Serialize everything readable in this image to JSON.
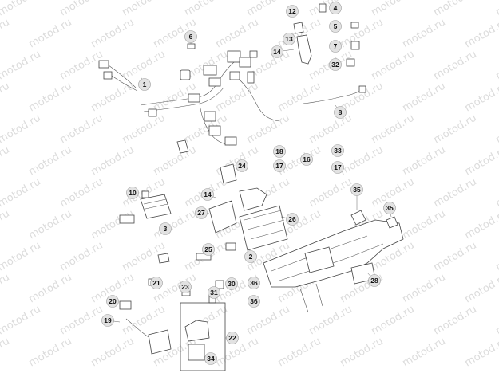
{
  "watermark": {
    "text": "motod.ru"
  },
  "callouts": [
    {
      "id": "c1",
      "label": "1"
    },
    {
      "id": "c2",
      "label": "2"
    },
    {
      "id": "c3",
      "label": "3"
    },
    {
      "id": "c4",
      "label": "4"
    },
    {
      "id": "c5",
      "label": "5"
    },
    {
      "id": "c6",
      "label": "6"
    },
    {
      "id": "c7",
      "label": "7"
    },
    {
      "id": "c8",
      "label": "8"
    },
    {
      "id": "c10",
      "label": "10"
    },
    {
      "id": "c12",
      "label": "12"
    },
    {
      "id": "c13",
      "label": "13"
    },
    {
      "id": "c14a",
      "label": "14"
    },
    {
      "id": "c14b",
      "label": "14"
    },
    {
      "id": "c16",
      "label": "16"
    },
    {
      "id": "c17a",
      "label": "17"
    },
    {
      "id": "c17b",
      "label": "17"
    },
    {
      "id": "c18",
      "label": "18"
    },
    {
      "id": "c19",
      "label": "19"
    },
    {
      "id": "c20",
      "label": "20"
    },
    {
      "id": "c21",
      "label": "21"
    },
    {
      "id": "c22",
      "label": "22"
    },
    {
      "id": "c23",
      "label": "23"
    },
    {
      "id": "c24",
      "label": "24"
    },
    {
      "id": "c25",
      "label": "25"
    },
    {
      "id": "c26",
      "label": "26"
    },
    {
      "id": "c27",
      "label": "27"
    },
    {
      "id": "c28",
      "label": "28"
    },
    {
      "id": "c30",
      "label": "30"
    },
    {
      "id": "c31",
      "label": "31"
    },
    {
      "id": "c32",
      "label": "32"
    },
    {
      "id": "c33",
      "label": "33"
    },
    {
      "id": "c34",
      "label": "34"
    },
    {
      "id": "c35a",
      "label": "35"
    },
    {
      "id": "c35b",
      "label": "35"
    },
    {
      "id": "c36a",
      "label": "36"
    },
    {
      "id": "c36b",
      "label": "36"
    }
  ]
}
